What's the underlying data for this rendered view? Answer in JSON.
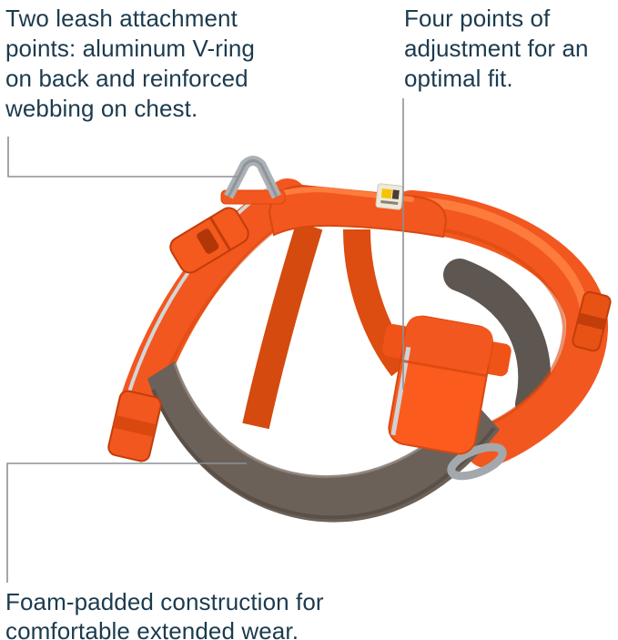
{
  "annotations": {
    "leash_points": {
      "text": "Two leash attachment points: aluminum V-ring on back and reinforced webbing on chest."
    },
    "adjustment": {
      "text": "Four points of adjustment for an optimal fit."
    },
    "foam_padding": {
      "text": "Foam-padded construction for comfortable extended wear."
    }
  },
  "colors": {
    "annotation_text": "#1b3b4e",
    "callout_line": "#8c9196",
    "harness_orange": "#f2571f",
    "harness_orange_dark": "#d8480f",
    "harness_orange_bright": "#ff8142",
    "chest_padding_gray": "#6b6159",
    "vring_gray": "#acb1b5"
  }
}
